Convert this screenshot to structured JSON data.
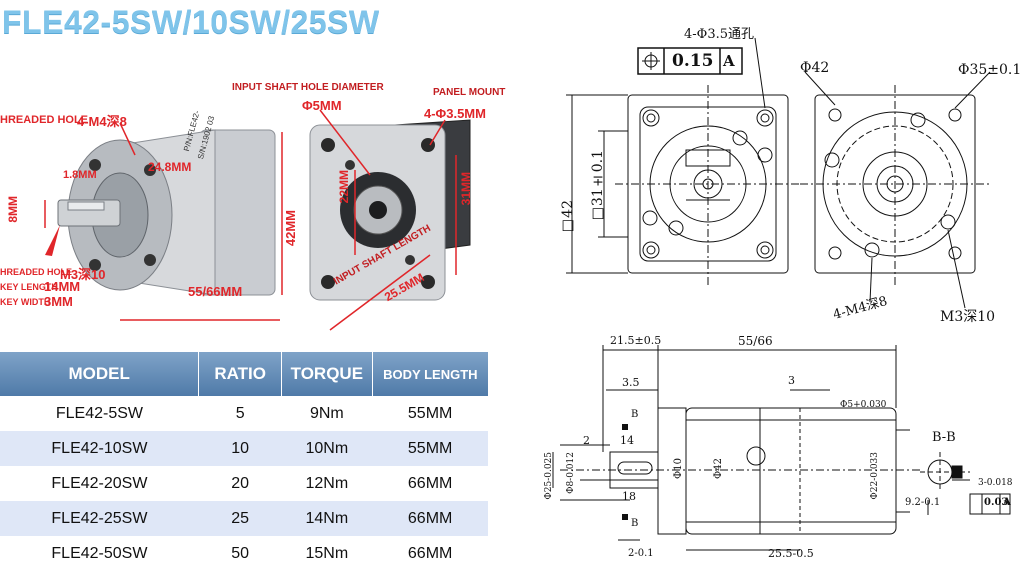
{
  "title": "FLE42-5SW/10SW/25SW",
  "photo_labels": {
    "threaded_hole_top": "HREADED HOLE",
    "m4_depth": "4-M4深8",
    "dim_1_8": "1.8MM",
    "dim_24_8": "24.8MM",
    "dim_8": "8MM",
    "dim_42": "42MM",
    "dim_55_66": "55/66MM",
    "threaded_hole_bottom": "HREADED HOLE",
    "m3_depth": "M3深10",
    "key_length_label": "KEY LENGTH",
    "key_length_value": "14MM",
    "key_width_label": "KEY WIDTH",
    "key_width_value": "3MM",
    "input_shaft_hole": "INPUT SHAFT HOLE DIAMETER",
    "phi_5": "Φ5MM",
    "panel_mount": "PANEL MOUNT",
    "phi_3_5": "4-Φ3.5MM",
    "dim_22": "22MM",
    "dim_31": "31MM",
    "input_shaft_length": "INPUT SHAFT LENGTH",
    "dim_25_5": "25.5MM",
    "plate_text_1": "P/N:FLE42-",
    "plate_text_2": "S/N:1902 03"
  },
  "table": {
    "headers": [
      "MODEL",
      "RATIO",
      "TORQUE",
      "BODY LENGTH"
    ],
    "rows": [
      [
        "FLE42-5SW",
        "5",
        "9Nm",
        "55MM"
      ],
      [
        "FLE42-10SW",
        "10",
        "10Nm",
        "55MM"
      ],
      [
        "FLE42-20SW",
        "20",
        "12Nm",
        "66MM"
      ],
      [
        "FLE42-25SW",
        "25",
        "14Nm",
        "66MM"
      ],
      [
        "FLE42-50SW",
        "50",
        "15Nm",
        "66MM"
      ]
    ]
  },
  "drawing": {
    "holes_label": "4-Φ3.5通孔",
    "tolerance_value": "0.15",
    "tolerance_ref": "A",
    "square_42": "□42",
    "square_31": "□31±0.1",
    "phi_42": "Φ42",
    "phi_35": "Φ35±0.1",
    "m4_depth": "4-M4深8",
    "m3_depth": "M3深10",
    "dim_21_5": "21.5±0.5",
    "dim_55_66": "55/66",
    "dim_3_5": "3.5",
    "dim_3": "3",
    "dim_2": "2",
    "dim_14": "14",
    "dim_18": "18",
    "dim_phi_25": "Φ25-0.025",
    "dim_phi_8": "Φ8-0.012",
    "dim_phi_10": "Φ10",
    "dim_phi_42_side": "Φ42",
    "dim_phi_22": "Φ22-0.033",
    "dim_phi_5": "Φ5+0.030",
    "dim_2_0": "2-0.1",
    "dim_25_5": "25.5-0.5",
    "section_b": "B",
    "section_title": "B-B",
    "dim_9_2": "9.2-0.1",
    "dim_3_sec": "3-0.018",
    "flatness_value": "0.03",
    "flatness_ref": "A"
  }
}
